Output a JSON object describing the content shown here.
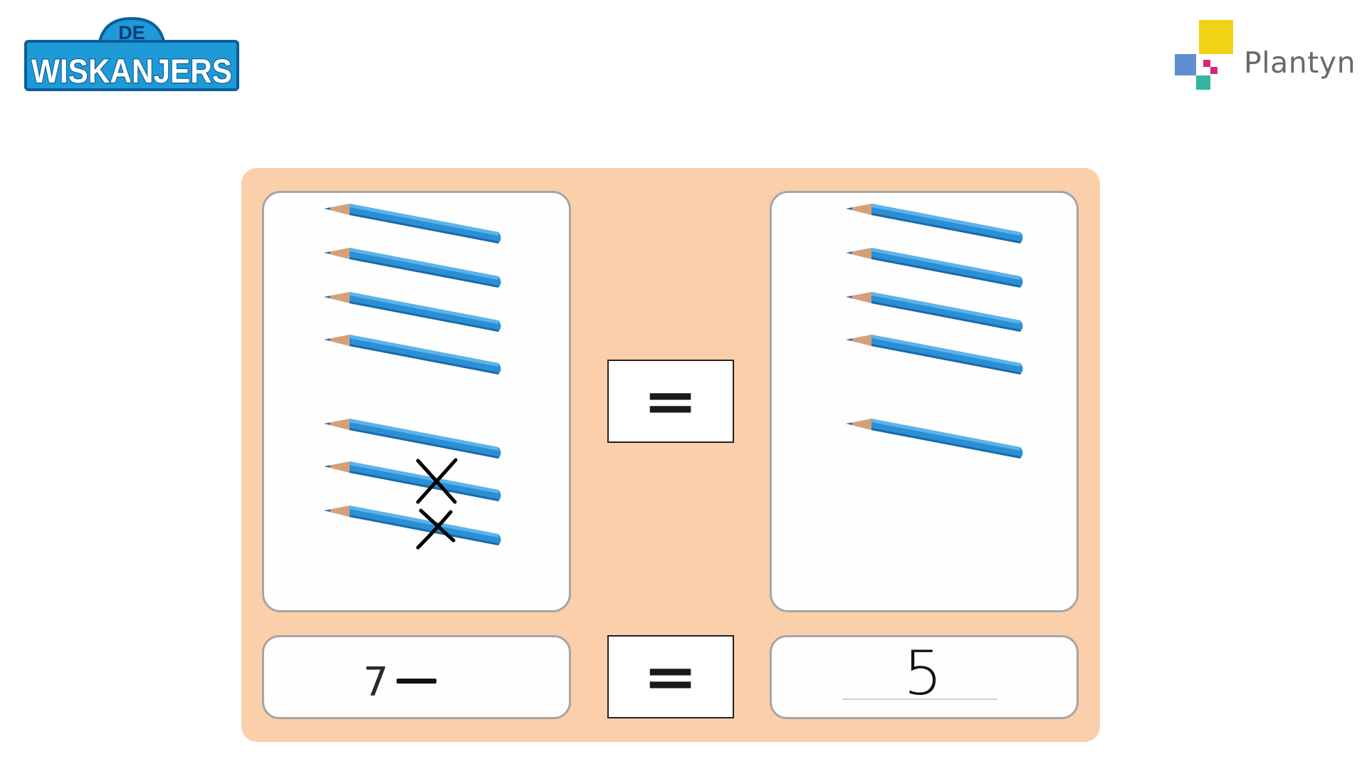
{
  "logos": {
    "left": {
      "name": "De Wiskanjers",
      "line1": "DE",
      "line2": "WISKANJERS",
      "color": "#1e9ad6",
      "outline": "#0b5e9c"
    },
    "right": {
      "name": "Plantyn",
      "text": "Plantyn",
      "colors": [
        "#f2d214",
        "#5f8fd0",
        "#d6287b",
        "#37b5a3"
      ]
    }
  },
  "exercise": {
    "board_color": "#fbcfaa",
    "left_group": {
      "pencil_count": 7,
      "crossed_count": 2
    },
    "right_group": {
      "pencil_count": 5
    },
    "equals_sign": "=",
    "left_answer": {
      "number": "7",
      "operator": "-"
    },
    "right_answer": {
      "value": "5"
    },
    "pencil_color": "#2b8fd6"
  }
}
